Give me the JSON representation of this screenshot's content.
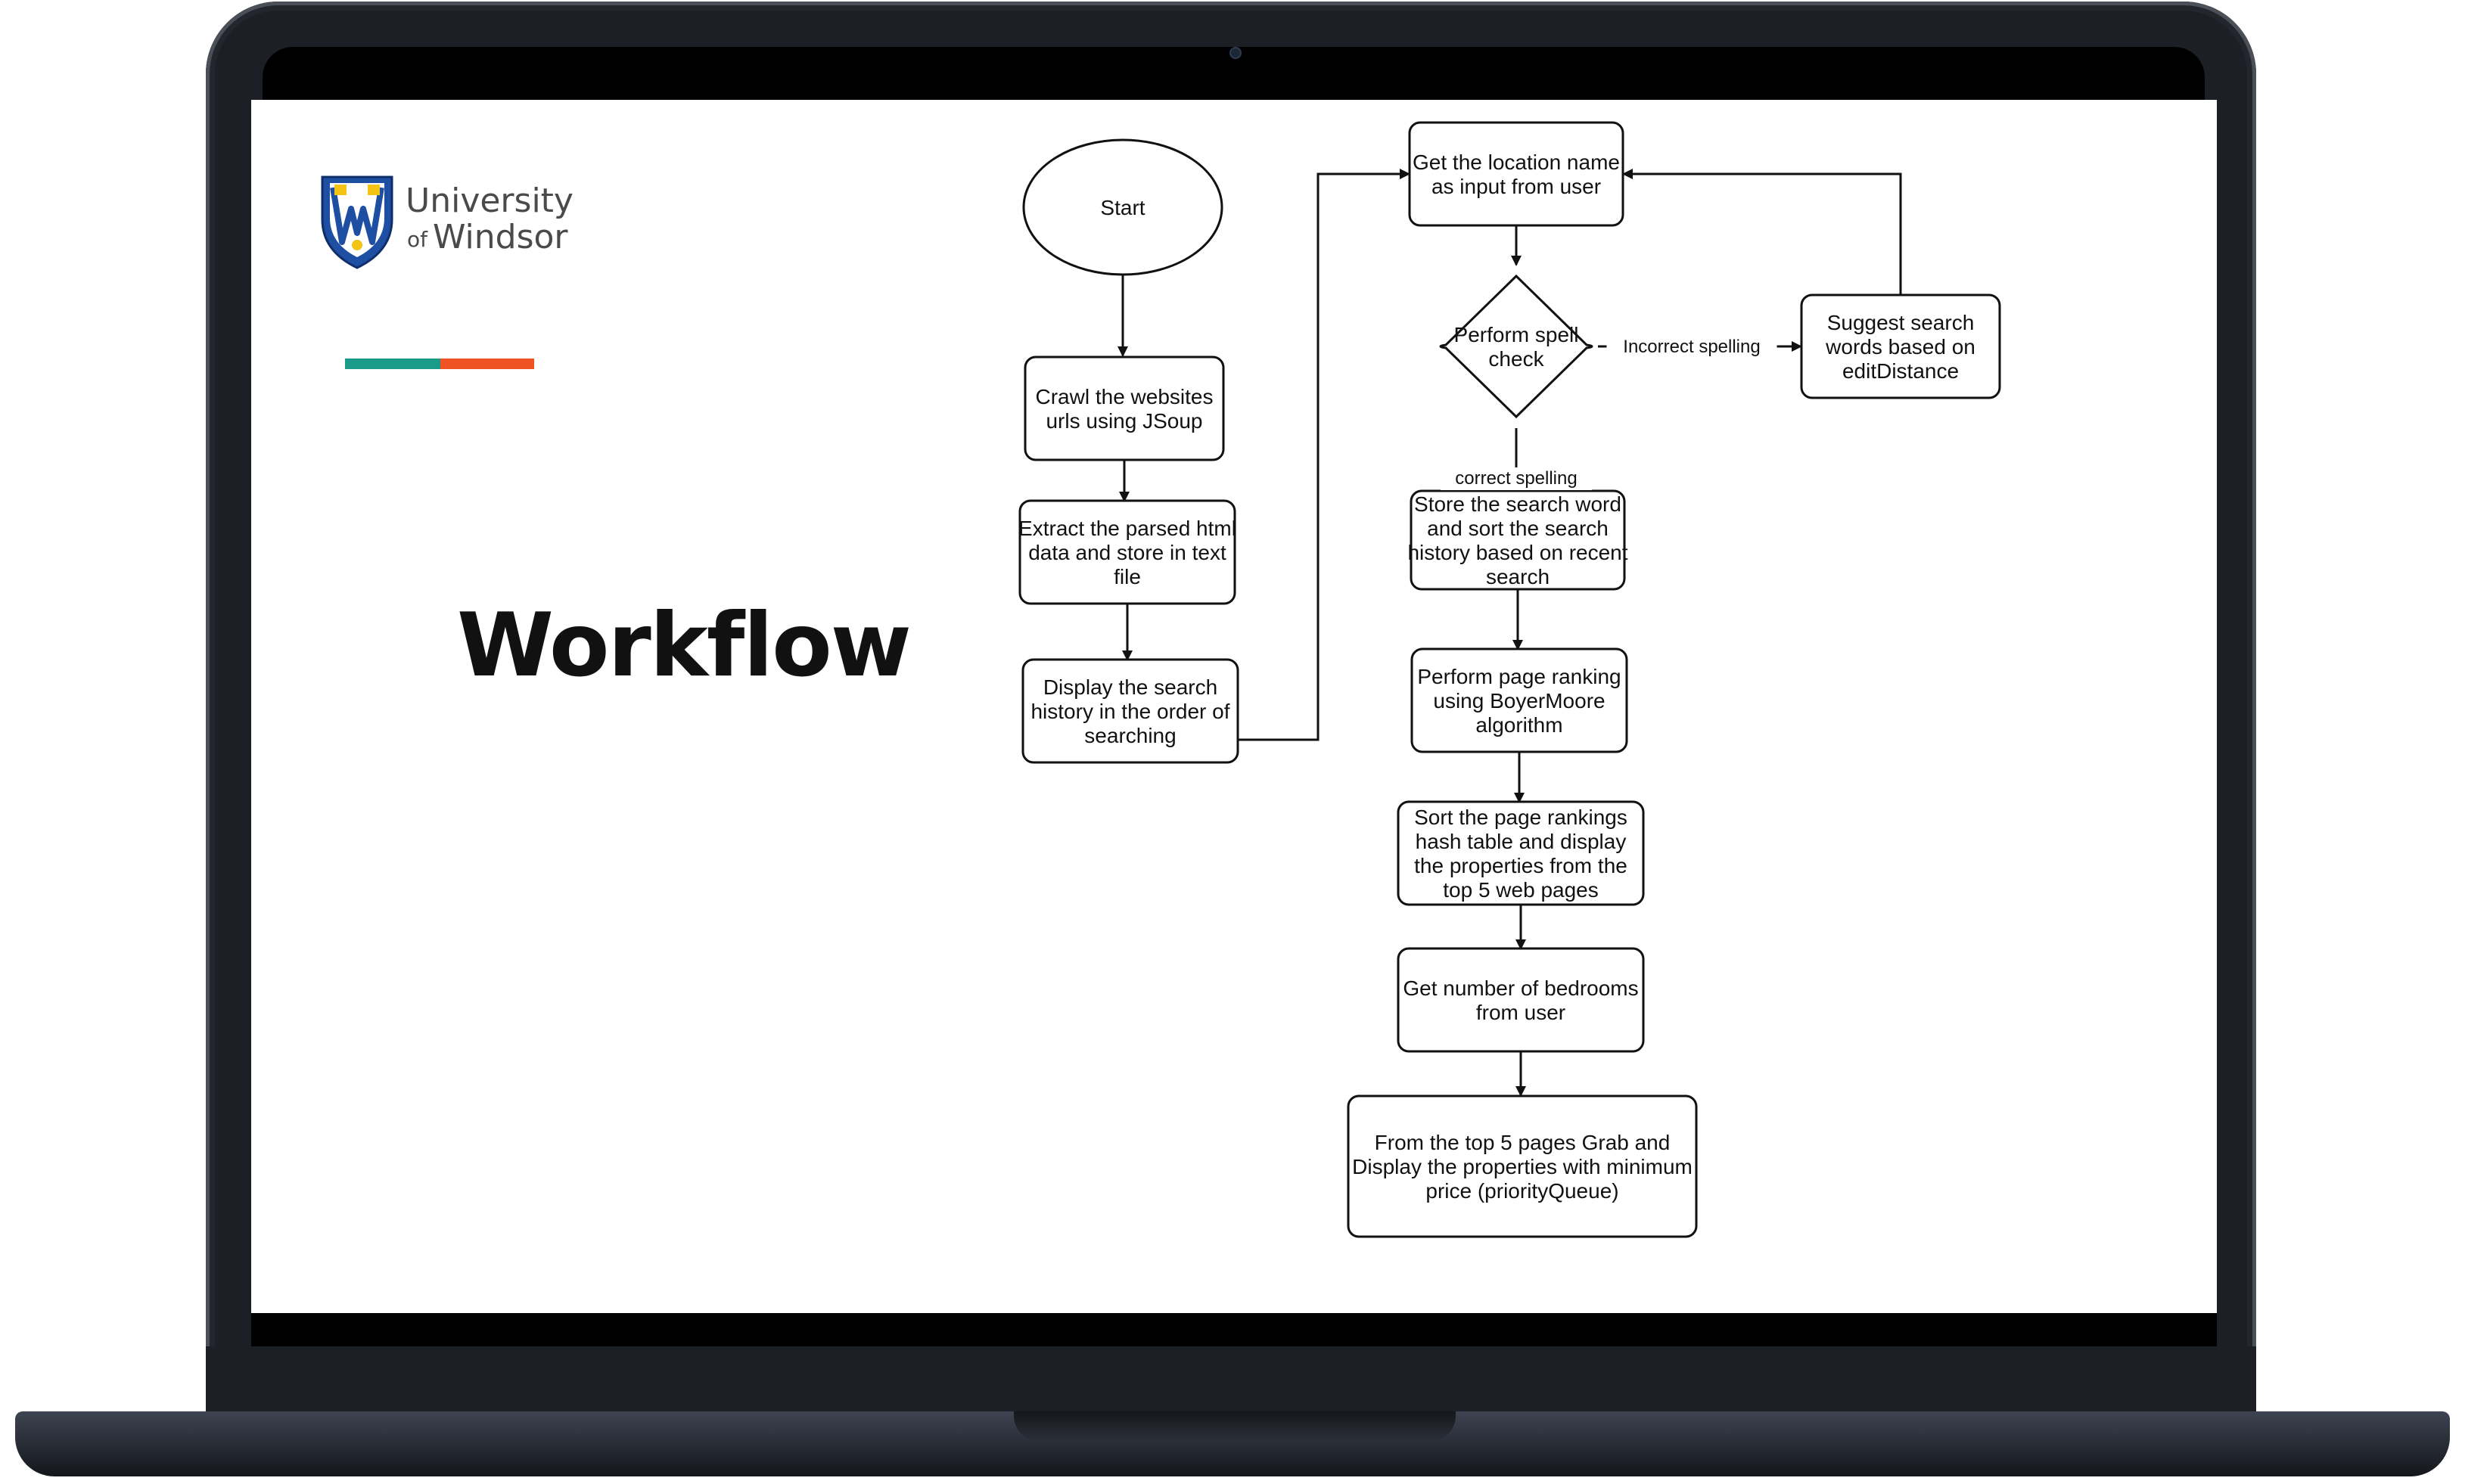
{
  "slide": {
    "title": "Workflow",
    "logo": {
      "line1": "University",
      "line2_of": "of",
      "line2_name": "Windsor"
    }
  },
  "flowchart": {
    "nodes": [
      {
        "id": "start",
        "shape": "ellipse",
        "lines": [
          "Start"
        ]
      },
      {
        "id": "crawl",
        "shape": "rect",
        "lines": [
          "Crawl the websites",
          "urls using JSoup"
        ]
      },
      {
        "id": "extract",
        "shape": "rect",
        "lines": [
          "Extract the parsed html",
          "data and store in text",
          "file"
        ]
      },
      {
        "id": "display-history",
        "shape": "rect",
        "lines": [
          "Display the search",
          "history in the order of",
          "searching"
        ]
      },
      {
        "id": "get-location",
        "shape": "rect",
        "lines": [
          "Get the location name",
          "as input from user"
        ]
      },
      {
        "id": "spell-check",
        "shape": "diamond",
        "lines": [
          "Perform spell",
          "check"
        ]
      },
      {
        "id": "suggest",
        "shape": "rect",
        "lines": [
          "Suggest search",
          "words based on",
          "editDistance"
        ]
      },
      {
        "id": "store-sort",
        "shape": "rect",
        "lines": [
          "Store the search word",
          "and sort the search",
          "history based on recent",
          "search"
        ]
      },
      {
        "id": "page-rank",
        "shape": "rect",
        "lines": [
          "Perform page ranking",
          "using BoyerMoore",
          "algorithm"
        ]
      },
      {
        "id": "sort-rank",
        "shape": "rect",
        "lines": [
          "Sort the page rankings",
          "hash table and display",
          "the properties from the",
          "top 5 web pages"
        ]
      },
      {
        "id": "bedrooms",
        "shape": "rect",
        "lines": [
          "Get number of bedrooms",
          "from user"
        ]
      },
      {
        "id": "final",
        "shape": "rect",
        "lines": [
          "From the top 5 pages Grab and",
          "Display the properties with minimum",
          "price (priorityQueue)"
        ]
      }
    ],
    "edges": [
      {
        "from": "start",
        "to": "crawl",
        "label": ""
      },
      {
        "from": "crawl",
        "to": "extract",
        "label": ""
      },
      {
        "from": "extract",
        "to": "display-history",
        "label": ""
      },
      {
        "from": "display-history",
        "to": "get-location",
        "label": ""
      },
      {
        "from": "get-location",
        "to": "spell-check",
        "label": ""
      },
      {
        "from": "spell-check",
        "to": "suggest",
        "label": "Incorrect spelling"
      },
      {
        "from": "suggest",
        "to": "get-location",
        "label": ""
      },
      {
        "from": "spell-check",
        "to": "store-sort",
        "label": "correct spelling"
      },
      {
        "from": "store-sort",
        "to": "page-rank",
        "label": ""
      },
      {
        "from": "page-rank",
        "to": "sort-rank",
        "label": ""
      },
      {
        "from": "sort-rank",
        "to": "bedrooms",
        "label": ""
      },
      {
        "from": "bedrooms",
        "to": "final",
        "label": ""
      }
    ]
  }
}
